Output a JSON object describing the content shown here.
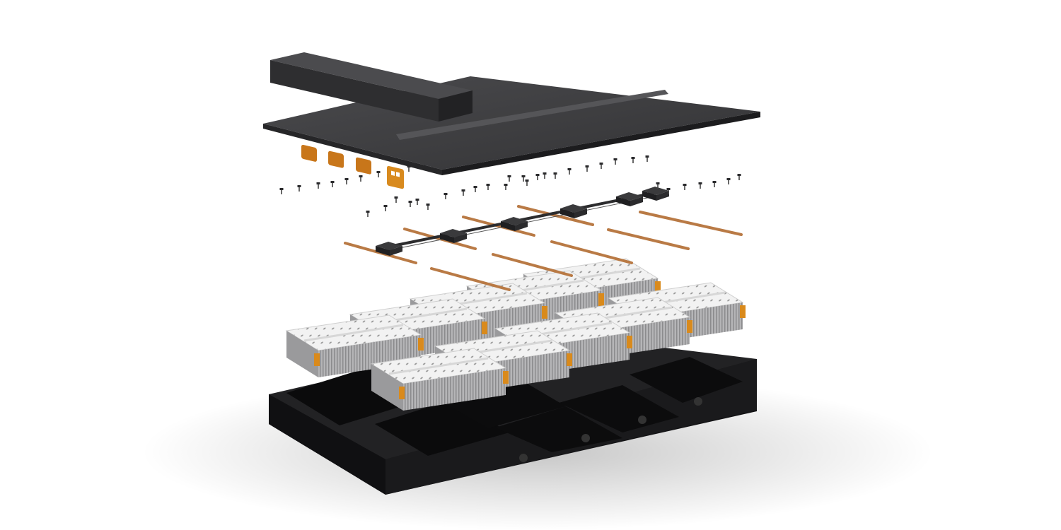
{
  "scene": {
    "subject": "exploded-battery-pack",
    "components": [
      {
        "name": "lid-with-connector-bar"
      },
      {
        "name": "fastener-set"
      },
      {
        "name": "bms-harness"
      },
      {
        "name": "busbar-set"
      },
      {
        "name": "cell-modules",
        "count": 12
      },
      {
        "name": "enclosure-tray"
      }
    ]
  },
  "colors": {
    "background": "#ffffff",
    "lid": "#3b3b3d",
    "lid_edge": "#1f1f21",
    "connector": "#c8761a",
    "busbar": "#b97a45",
    "module_top": "#f1f1f1",
    "module_side": "#a9a9ab",
    "module_endcap": "#d98a1c",
    "tray": "#1c1c1e",
    "tray_inner": "#0d0d0e",
    "hardware": "#2a2a2c"
  }
}
